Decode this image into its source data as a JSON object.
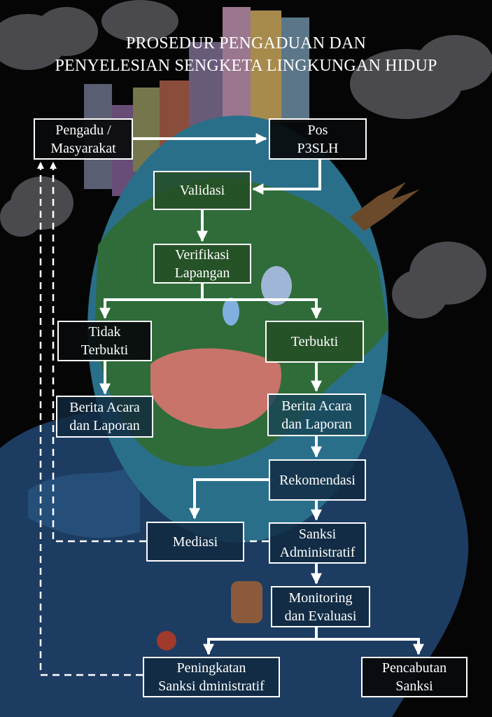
{
  "title": {
    "line1": "PROSEDUR PENGADUAN DAN",
    "line2": "PENYELESIAN SENGKETA LINGKUNGAN HIDUP"
  },
  "nodes": {
    "pengadu": {
      "line1": "Pengadu /",
      "line2": "Masyarakat"
    },
    "pos": {
      "line1": "Pos",
      "line2": "P3SLH"
    },
    "validasi": {
      "line1": "Validasi"
    },
    "verifikasi": {
      "line1": "Verifikasi",
      "line2": "Lapangan"
    },
    "tidak_terbukti": {
      "line1": "Tidak",
      "line2": "Terbukti"
    },
    "terbukti": {
      "line1": "Terbukti"
    },
    "berita_kiri": {
      "line1": "Berita Acara",
      "line2": "dan Laporan"
    },
    "berita_kanan": {
      "line1": "Berita Acara",
      "line2": "dan Laporan"
    },
    "rekomendasi": {
      "line1": "Rekomendasi"
    },
    "mediasi": {
      "line1": "Mediasi"
    },
    "sanksi": {
      "line1": "Sanksi",
      "line2": "Administratif"
    },
    "monitoring": {
      "line1": "Monitoring",
      "line2": "dan Evaluasi"
    },
    "peningkatan": {
      "line1": "Peningkatan",
      "line2": "Sanksi dministratif"
    },
    "pencabutan": {
      "line1": "Pencabutan",
      "line2": "Sanksi"
    }
  },
  "colors": {
    "background": "#050505",
    "ocean": "#1f3f66",
    "earth_land": "#2f6b35",
    "earth_water": "#2a6f8a",
    "cloud": "#4a4a4e",
    "mouth": "#c8746a",
    "box_border": "#ffffff",
    "arrow": "#ffffff"
  }
}
